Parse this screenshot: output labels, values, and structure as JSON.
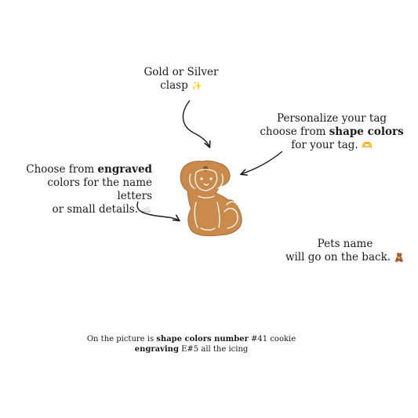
{
  "clasp_note": {
    "line1": "Gold or Silver",
    "line2": "clasp",
    "emoji": "✨"
  },
  "shape_note": {
    "line1": "Personalize your tag",
    "line2_pre": "choose from ",
    "line2_bold": "shape colors",
    "line3": "for your tag.",
    "emoji": "🫶"
  },
  "engrave_note": {
    "line1_pre": "Choose from ",
    "line1_bold": "engraved",
    "line2": "colors for the name letters",
    "line3": "or small details.",
    "emoji": "☁️"
  },
  "back_note": {
    "line1": "Pets name",
    "line2": "will go on the back.",
    "emoji": "🧸"
  },
  "caption": {
    "pre": "On the picture is ",
    "bold1": "shape colors number",
    "mid": " #41 cookie",
    "bold2": "engraving",
    "post": "  E#5 all the icing"
  },
  "colors": {
    "cookie": "#c98a4b",
    "icing": "#ffffff",
    "text": "#1a1a1a"
  }
}
